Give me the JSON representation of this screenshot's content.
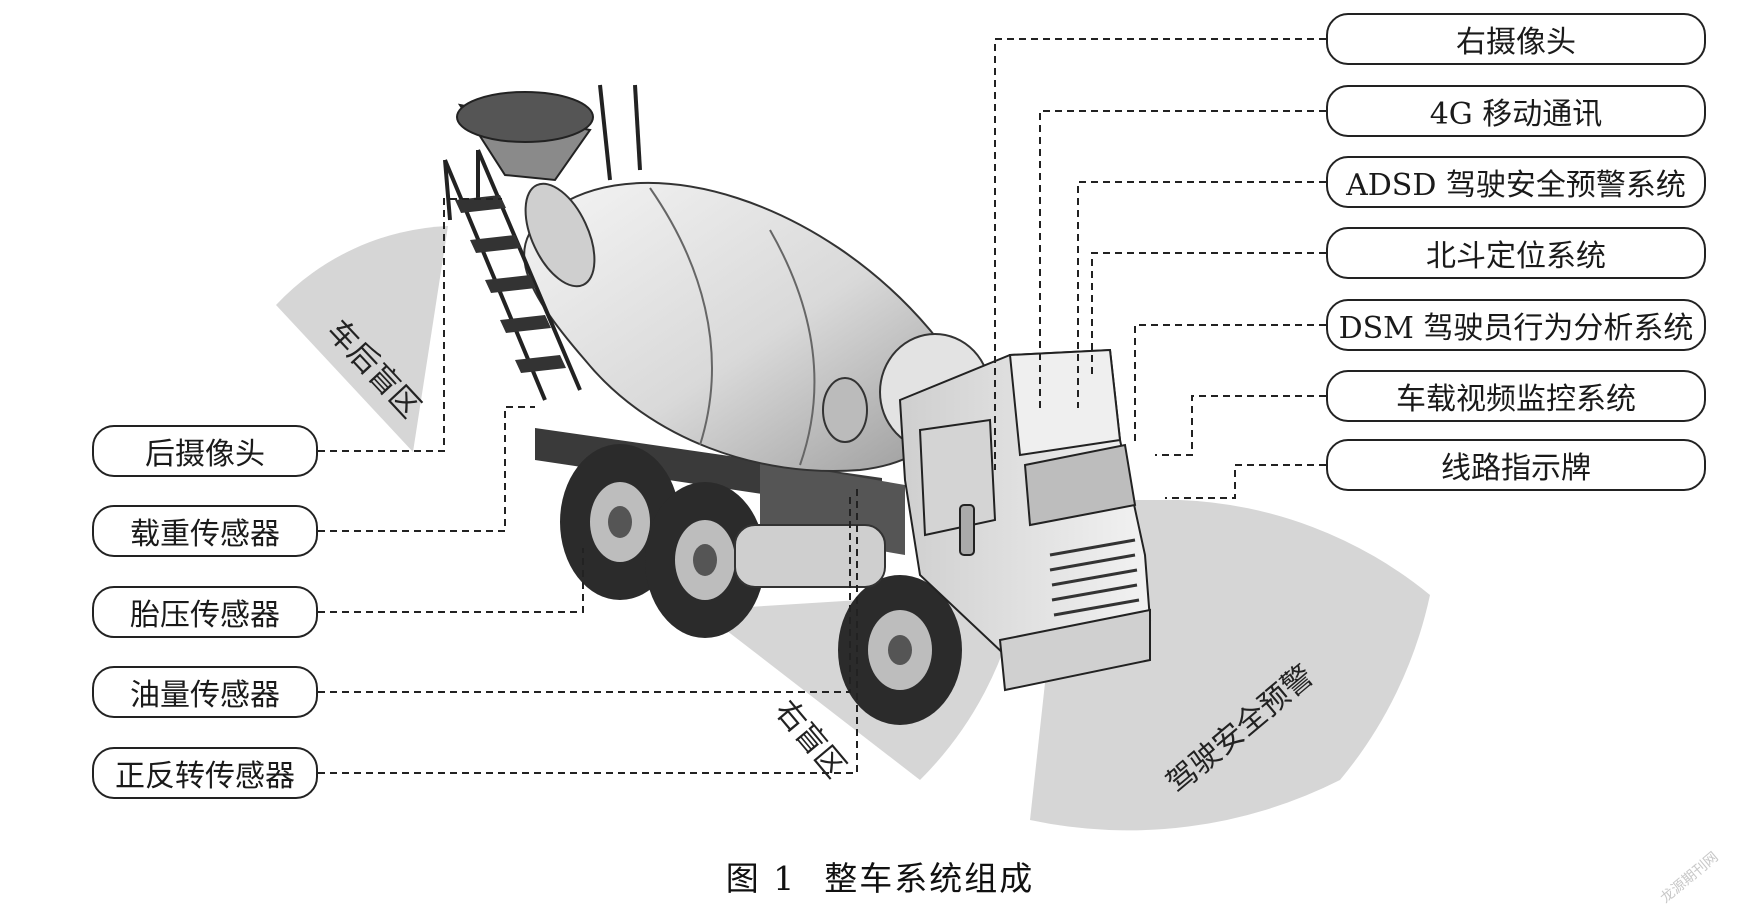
{
  "left_labels": [
    {
      "id": "rear-camera",
      "text": "后摄像头"
    },
    {
      "id": "load-sensor",
      "text": "载重传感器"
    },
    {
      "id": "tire-pressure-sensor",
      "text": "胎压传感器"
    },
    {
      "id": "fuel-sensor",
      "text": "油量传感器"
    },
    {
      "id": "rotation-sensor",
      "text": "正反转传感器"
    }
  ],
  "right_labels": [
    {
      "id": "right-camera",
      "text": "右摄像头"
    },
    {
      "id": "4g-comm",
      "text": "4G 移动通讯"
    },
    {
      "id": "adsd",
      "text": "ADSD 驾驶安全预警系统"
    },
    {
      "id": "beidou",
      "text": "北斗定位系统"
    },
    {
      "id": "dsm",
      "text": "DSM 驾驶员行为分析系统"
    },
    {
      "id": "video-monitor",
      "text": "车载视频监控系统"
    },
    {
      "id": "route-sign",
      "text": "线路指示牌"
    }
  ],
  "zones": {
    "rear_blind": "车后盲区",
    "right_blind": "右盲区",
    "driving_warning": "驾驶安全预警"
  },
  "caption": {
    "figure_no": "图 1",
    "title": "整车系统组成"
  },
  "watermark": "龙源期刊网",
  "colors": {
    "zone_fill": "#d6d6d6",
    "line": "#222222",
    "truck_body": "#e8e8e8",
    "truck_dark": "#3a3a3a"
  }
}
